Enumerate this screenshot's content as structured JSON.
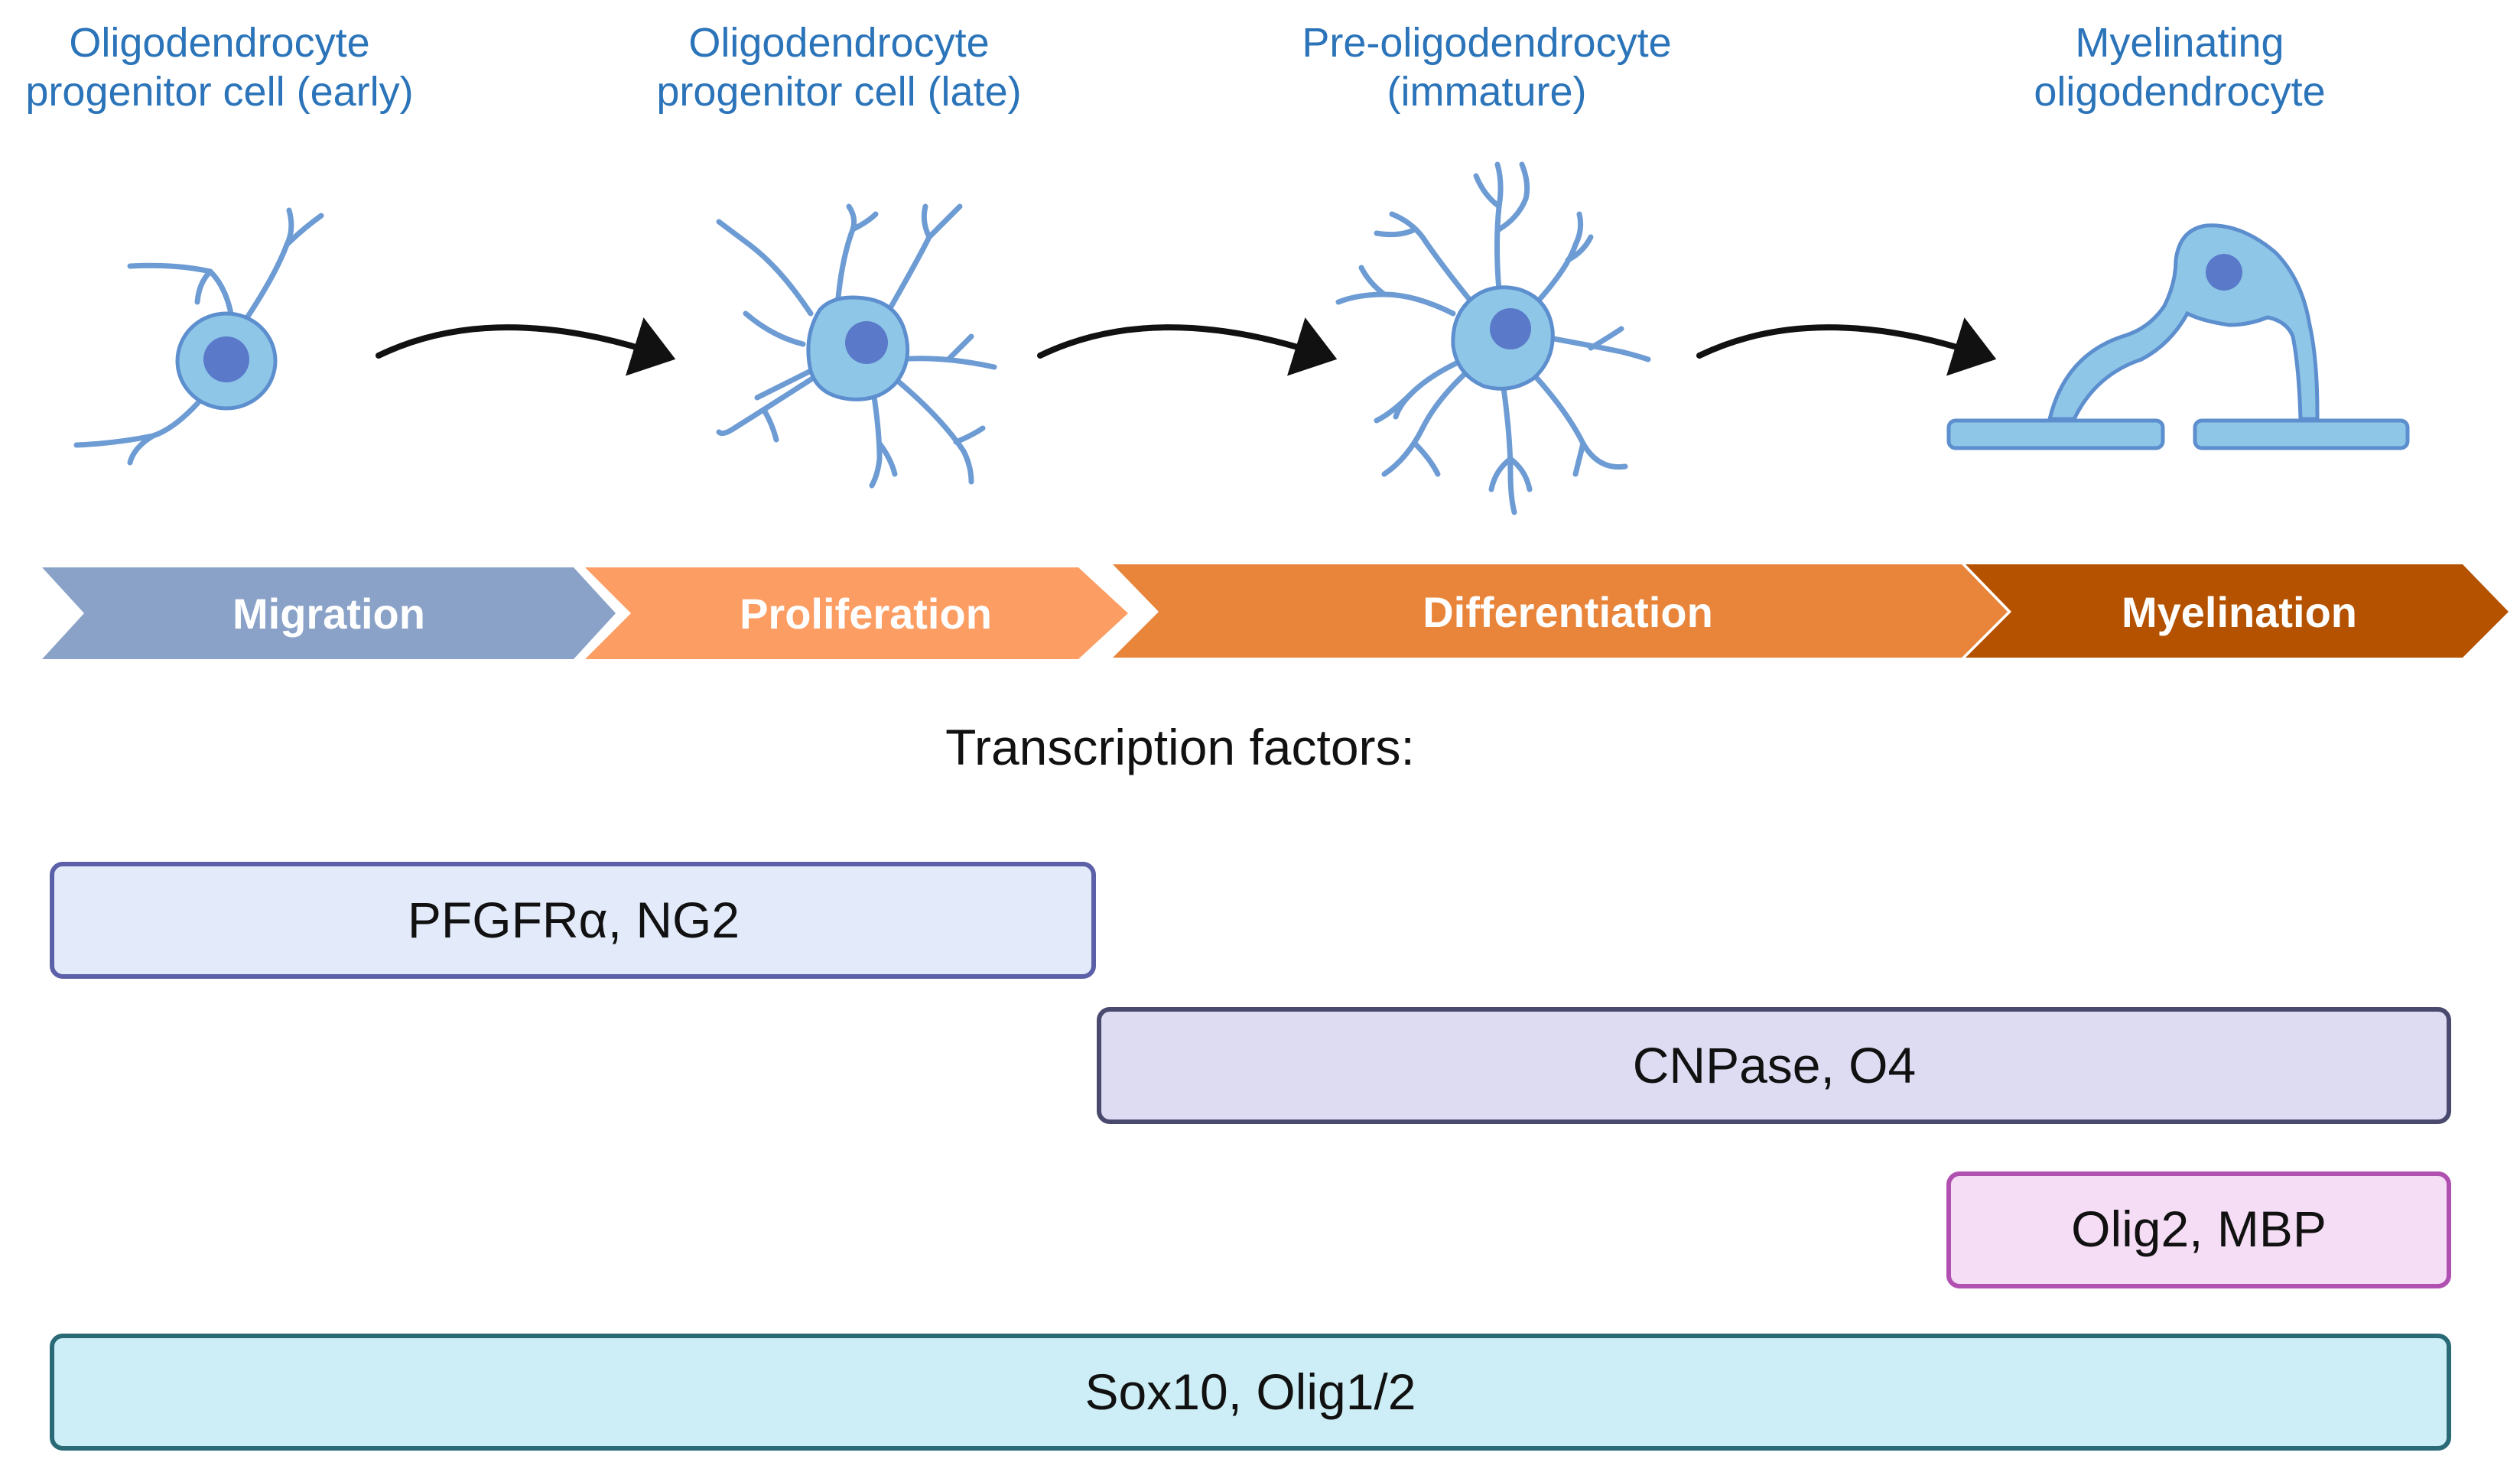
{
  "stages": [
    {
      "title_line1": "Oligodendrocyte",
      "title_line2": "progenitor cell (early)"
    },
    {
      "title_line1": "Oligodendrocyte",
      "title_line2": "progenitor cell (late)"
    },
    {
      "title_line1": "Pre-oligodendrocyte",
      "title_line2": "(immature)"
    },
    {
      "title_line1": "Myelinating",
      "title_line2": "oligodendrocyte"
    }
  ],
  "process_band": [
    {
      "label": "Migration",
      "color": "#8aa2c8"
    },
    {
      "label": "Proliferation",
      "color": "#fc9e63"
    },
    {
      "label": "Differentiation",
      "color": "#e8853a"
    },
    {
      "label": "Myelination",
      "color": "#b55200"
    }
  ],
  "transcription_heading": "Transcription factors:",
  "factor_bars": [
    {
      "label": "PFGFRα, NG2",
      "fill": "#e3ebfb",
      "stroke": "#5b60a8"
    },
    {
      "label": "CNPase, O4",
      "fill": "#dddcf3",
      "stroke": "#4a4a6e"
    },
    {
      "label": "Olig2, MBP",
      "fill": "#f6ddf6",
      "stroke": "#b050b0"
    },
    {
      "label": "Sox10, Olig1/2",
      "fill": "#cdeef6",
      "stroke": "#2a6a76"
    }
  ],
  "colors": {
    "cell_fill": "#8ec6e8",
    "cell_stroke": "#5d8fcf",
    "nucleus": "#5a79c9",
    "title_text": "#2b74b9"
  }
}
